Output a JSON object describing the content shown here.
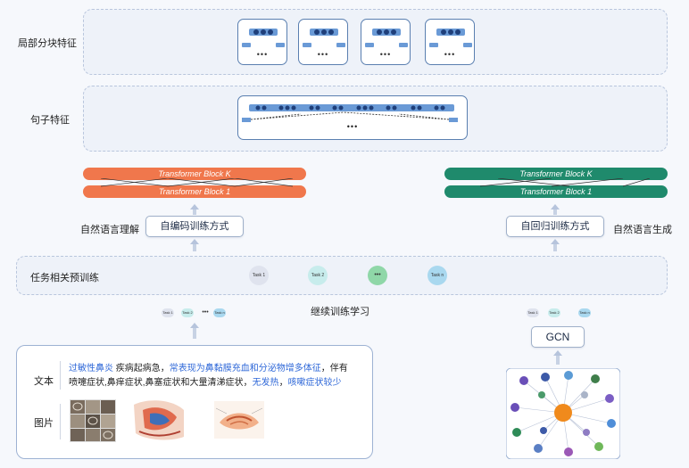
{
  "rows": {
    "local_block_feature": "局部分块特征",
    "sentence_feature": "句子特征",
    "task_pretrain": "任务相关预训练"
  },
  "mini_cards": [
    {
      "ellipsis": "•••"
    },
    {
      "ellipsis": "•••"
    },
    {
      "ellipsis": "•••"
    },
    {
      "ellipsis": "•••"
    }
  ],
  "sentence_card": {
    "ellipsis": "•••"
  },
  "left_transformer": {
    "top": "Transformer Block K",
    "bottom": "Transformer Block 1"
  },
  "right_transformer": {
    "top": "Transformer Block K",
    "bottom": "Transformer Block 1"
  },
  "left_side": {
    "label": "自然语言理解",
    "method": "自编码训练方式"
  },
  "right_side": {
    "label": "自然语言生成",
    "method": "自回归训练方式"
  },
  "tasks": [
    {
      "label": "Task 1",
      "color": "#dfe3ee"
    },
    {
      "label": "Task 2",
      "color": "#c7ecec"
    },
    {
      "label": "•••",
      "color": "#8fd7a8"
    },
    {
      "label": "Task n",
      "color": "#a9d8ef"
    }
  ],
  "small_tasks_left": [
    "Task 1",
    "Task 2",
    "•••",
    "Task n"
  ],
  "small_tasks_right": [
    "Task 1",
    "Task 2",
    "Task n"
  ],
  "continual_learning": "继续训练学习",
  "gcn": "GCN",
  "bottom": {
    "text_label": "文本",
    "image_label": "图片",
    "text_line1_parts": [
      {
        "t": "过敏性鼻炎",
        "blue": true
      },
      {
        "t": "  疾病起病急，",
        "blue": false
      },
      {
        "t": "常表现为鼻黏膜充血和分泌物增多体征",
        "blue": true
      },
      {
        "t": "，伴有",
        "blue": false
      }
    ],
    "text_line2_parts": [
      {
        "t": "喷嚏症状,鼻痒症状,鼻塞症状和大量清涕症状，",
        "blue": false
      },
      {
        "t": "无发热",
        "blue": true
      },
      {
        "t": "，",
        "blue": false
      },
      {
        "t": "咳嗽症状较少",
        "blue": true
      }
    ]
  },
  "colors": {
    "orange": "#f0774c",
    "green": "#1f8a6c",
    "blue_text": "#2f68d8"
  }
}
